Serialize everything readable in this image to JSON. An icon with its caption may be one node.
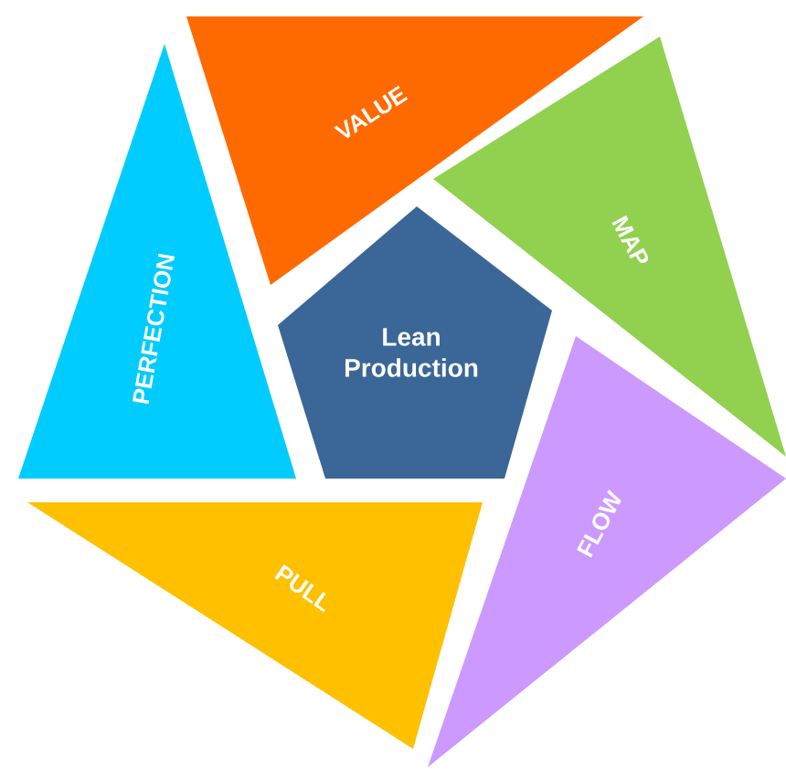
{
  "diagram": {
    "nodes": [
      {
        "text": [
          "Lean Production"
        ]
      },
      {
        "text": [
          "VALUE"
        ]
      },
      {
        "text": [
          "MAP"
        ]
      },
      {
        "text": [
          "FLOW"
        ]
      },
      {
        "text": [
          "PULL"
        ]
      },
      {
        "text": [
          "PERFECTION"
        ]
      }
    ]
  }
}
